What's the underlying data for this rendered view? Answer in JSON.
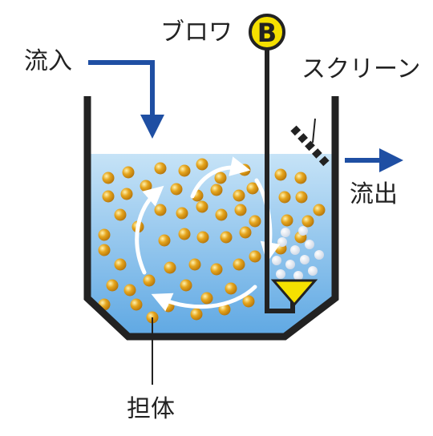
{
  "labels": {
    "inflow": "流入",
    "blower": "ブロワ",
    "blower_symbol": "B",
    "screen": "スクリーン",
    "outflow": "流出",
    "carrier": "担体"
  },
  "colors": {
    "water_top": "#c6e3f7",
    "water_bottom": "#5fa8e3",
    "arrow_blue": "#1f4fa3",
    "tank_wall": "#222222",
    "pellet": "#e6a61e",
    "bubble": "#ffffff",
    "blower_fill": "#f5e000",
    "diffuser": "#f5e000"
  }
}
